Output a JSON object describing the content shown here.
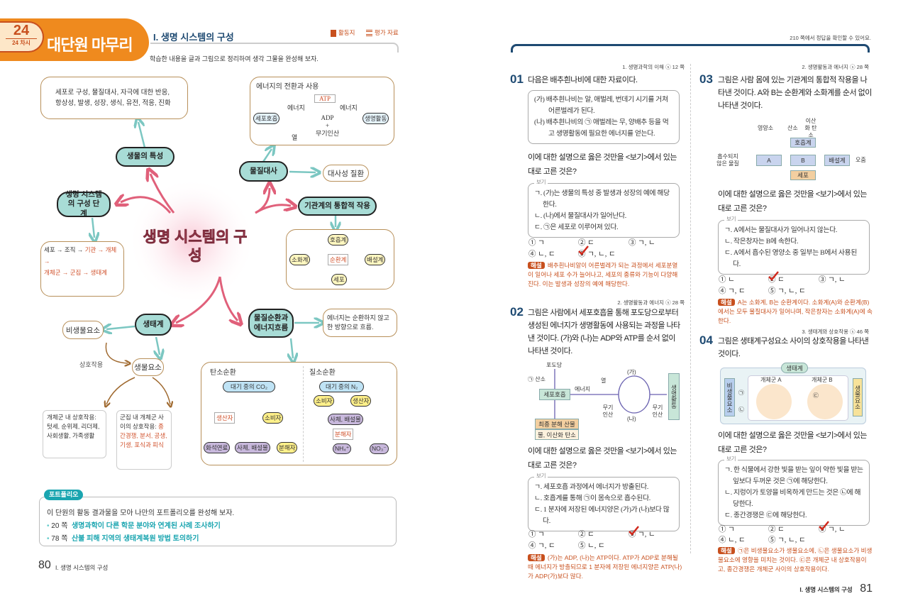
{
  "header": {
    "lesson_no": "24",
    "lesson_label": "24 차시",
    "banner": "대단원 마무리",
    "unit_title": "I. 생명 시스템의 구성",
    "worksheet": "활동지",
    "assessment": "평가 자료",
    "instruction": "학습한 내용을 글과 그림으로 정리하여 생각 그물을 완성해 보자.",
    "answer_note": "210 쪽에서 정답을 확인할 수 있어요."
  },
  "mindmap": {
    "center": "생명 시스템의 구성",
    "characteristics_title": "생물의 특성",
    "characteristics_text": "세포로 구성, 물질대사, 자극에 대한 반응, 항상성, 발생, 성장, 생식, 유전, 적응, 진화",
    "levels_title": "생명 시스템의 구성 단계",
    "levels_black": "세포 → 조직 → ",
    "levels_red1": "기관 → 개체 →",
    "levels_red2": "개체군 → 군집 → 생태계",
    "energy_title": "에너지의 전환과 사용",
    "energy": {
      "resp": "세포호흡",
      "energy1": "에너지",
      "energy2": "에너지",
      "atp": "ATP",
      "adp": "ADP",
      "plus": "+",
      "pi": "무기인산",
      "heat": "열",
      "life": "생명활동"
    },
    "metabolism": "물질대사",
    "metabolic_disease": "대사성 질환",
    "organ_title": "기관계의 통합적 작용",
    "organs": {
      "resp": "호흡계",
      "digest": "소화계",
      "circ": "순환계",
      "excr": "배설계",
      "cell": "세포"
    },
    "ecosystem": "생태계",
    "abiotic": "비생물요소",
    "interaction": "상호작용",
    "biotic": "생물요소",
    "pop_text": "개체군 내 상호작용: 텃세, 순위제, 리더제, 사회생활, 가족생활",
    "comm_black": "군집 내 개체군 사이의 상호작용: ",
    "comm_red": "종간경쟁, 분서, 공생, 기생, 포식과 피식",
    "cycle_title": "물질순환과 에너지흐름",
    "energy_flow": "에너지는 순환하지 않고 한 방향으로 흐름.",
    "carbon": {
      "title": "탄소순환",
      "co2": "대기 중의 CO₂",
      "producer": "생산자",
      "consumer": "소비자",
      "fossil": "화석연료",
      "remains": "사체, 배설물",
      "decomposer": "분해자"
    },
    "nitrogen": {
      "title": "질소순환",
      "n2": "대기 중의 N₂",
      "consumer": "소비자",
      "producer": "생산자",
      "remains": "사체, 배설물",
      "decomposer": "분해자",
      "nh4": "NH₄⁺",
      "no3": "NO₃⁻"
    }
  },
  "portfolio": {
    "tag": "포트폴리오",
    "intro": "이 단원의 활동 결과물을 모아 나만의 포트폴리오를 완성해 보자.",
    "items": [
      {
        "page": "20 쪽",
        "text": "생명과학이 다른 학문 분야와 연계된 사례 조사하기"
      },
      {
        "page": "78 쪽",
        "text": "산불 피해 지역의 생태계복원 방법 토의하기"
      }
    ]
  },
  "footer": {
    "left_page": "80",
    "left_title": "I. 생명 시스템의 구성",
    "right_page": "81",
    "right_title": "I. 생명 시스템의 구성"
  },
  "prompt": "이에 대한 설명으로 옳은 것만을 <보기>에서 있는 대로 고른 것은?",
  "bogi": "보기",
  "questions": [
    {
      "num": "01",
      "source": "1. 생명과학의 이해 ⓢ 12 쪽",
      "stem": "다음은 배추흰나비에 대한 자료이다.",
      "data": [
        "(가) 배추흰나비는 알, 애벌레, 번데기 시기를 거쳐 어른벌레가 된다.",
        "(나) 배추흰나비의 ㉠ 애벌레는 무, 양배추 등을 먹고 생명활동에 필요한 에너지를 얻는다."
      ],
      "options": [
        "ㄱ. (가)는 생물의 특성 중 발생과 성장의 예에 해당한다.",
        "ㄴ. (나)에서 물질대사가 일어난다.",
        "ㄷ. ㉠은 세포로 이루어져 있다."
      ],
      "choices": [
        "① ㄱ",
        "② ㄷ",
        "③ ㄱ, ㄴ",
        "④ ㄴ, ㄷ",
        "⑤ ㄱ, ㄴ, ㄷ"
      ],
      "answer": 5,
      "explanation": "배추흰나비알이 어른벌레가 되는 과정에서 세포분열이 일어나 세포 수가 늘어나고, 세포의 종류와 기능이 다양해진다. 이는 발생과 성장의 예에 해당한다."
    },
    {
      "num": "02",
      "source": "2. 생명활동과 에너지 ⓢ 28 쪽",
      "stem": "그림은 사람에서 세포호흡을 통해 포도당으로부터 생성된 에너지가 생명활동에 사용되는 과정을 나타낸 것이다. (가)와 (나)는 ADP와 ATP를 순서 없이 나타낸 것이다.",
      "diagram": {
        "glucose": "포도당",
        "oxygen": "㉠ 산소",
        "resp": "세포호흡",
        "energy": "에너지",
        "heat": "열",
        "ga": "(가)",
        "na": "(나)",
        "pi1": "무기 인산",
        "pi2": "무기 인산",
        "life": "생명활동",
        "final": "최종 분해 산물",
        "final_items": "물, 이산화 탄소"
      },
      "options": [
        "ㄱ. 세포호흡 과정에서 에너지가 방출된다.",
        "ㄴ. 호흡계를 통해 ㉠이 몸속으로 흡수된다.",
        "ㄷ. 1 분자에 저장된 에너지양은 (가)가 (나)보다 많다."
      ],
      "choices": [
        "① ㄱ",
        "② ㄷ",
        "③ ㄱ, ㄴ",
        "④ ㄱ, ㄷ",
        "⑤ ㄴ, ㄷ"
      ],
      "answer": 3,
      "explanation": "(가)는 ADP, (나)는 ATP이다. ATP가 ADP로 분해될 때 에너지가 방출되므로 1 분자에 저장된 에너지양은 ATP(나)가 ADP(가)보다 많다."
    },
    {
      "num": "03",
      "source": "2. 생명활동과 에너지 ⓢ 28 쪽",
      "stem": "그림은 사람 몸에 있는 기관계의 통합적 작용을 나타낸 것이다. A와 B는 순환계와 소화계를 순서 없이 나타낸 것이다.",
      "diagram": {
        "nutrient": "영양소",
        "oxygen": "산소",
        "co2": "이산화 탄소",
        "resp": "호흡계",
        "unabsorbed": "흡수되지 않은 물질",
        "a": "A",
        "b": "B",
        "excr": "배설계",
        "urine": "오줌",
        "cell": "세포"
      },
      "options": [
        "ㄱ. A에서는 물질대사가 일어나지 않는다.",
        "ㄴ. 작은창자는 B에 속한다.",
        "ㄷ. A에서 흡수된 영양소 중 일부는 B에서 사용된다."
      ],
      "choices": [
        "① ㄴ",
        "② ㄷ",
        "③ ㄱ, ㄴ",
        "④ ㄱ, ㄷ",
        "⑤ ㄱ, ㄴ, ㄷ"
      ],
      "answer": 2,
      "explanation": "A는 소화계, B는 순환계이다. 소화계(A)와 순환계(B)에서는 모두 물질대사가 일어나며, 작은창자는 소화계(A)에 속한다."
    },
    {
      "num": "04",
      "source": "3. 생태계와 상호작용 ⓢ 46 쪽",
      "stem": "그림은 생태계구성요소 사이의 상호작용을 나타낸 것이다.",
      "diagram": {
        "eco": "생태계",
        "abiotic": "비생물요소",
        "biotic": "생물요소",
        "popA": "개체군 A",
        "popB": "개체군 B",
        "c1": "㉠",
        "c2": "㉡",
        "c3": "㉢"
      },
      "options": [
        "ㄱ. 한 식물에서 강한 빛을 받는 잎이 약한 빛을 받는 잎보다 두꺼운 것은 ㉠에 해당한다.",
        "ㄴ. 지렁이가 토양을 비옥하게 만드는 것은 ㉡에 해당한다.",
        "ㄷ. 종간경쟁은 ㉢에 해당한다."
      ],
      "choices": [
        "① ㄱ",
        "② ㄷ",
        "③ ㄱ, ㄴ",
        "④ ㄴ, ㄷ",
        "⑤ ㄱ, ㄴ, ㄷ"
      ],
      "answer": 3,
      "explanation": "㉠은 비생물요소가 생물요소에, ㉡은 생물요소가 비생물요소에 영향을 미치는 것이다. ㉢은 개체군 내 상호작용이고, 종간경쟁은 개체군 사이의 상호작용이다."
    }
  ],
  "explanation_tag": "해설",
  "colors": {
    "orange": "#ef8a1e",
    "teal": "#a8dcd6",
    "navy": "#1e4a72",
    "red": "#d0502a",
    "pink": "#e0607a"
  }
}
